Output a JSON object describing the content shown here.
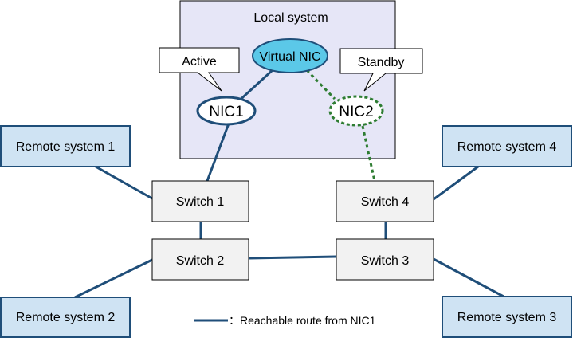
{
  "local_system": {
    "title": "Local system"
  },
  "virtual_nic": {
    "label": "Virtual NIC"
  },
  "nic1": {
    "label": "NIC1"
  },
  "nic2": {
    "label": "NIC2"
  },
  "callouts": {
    "active": "Active",
    "standby": "Standby"
  },
  "remote_systems": {
    "r1": "Remote system 1",
    "r2": "Remote system 2",
    "r3": "Remote system 3",
    "r4": "Remote system 4"
  },
  "switches": {
    "s1": "Switch 1",
    "s2": "Switch 2",
    "s3": "Switch 3",
    "s4": "Switch 4"
  },
  "legend": {
    "text": "：Reachable route from NIC1"
  },
  "colors": {
    "route": "#1f4e79",
    "standby_route": "#2e7d32",
    "local_fill": "#e6e6f7",
    "remote_fill": "#cfe3f3",
    "switch_fill": "#f2f2f2",
    "virtual_nic_fill": "#5bc8e8"
  }
}
